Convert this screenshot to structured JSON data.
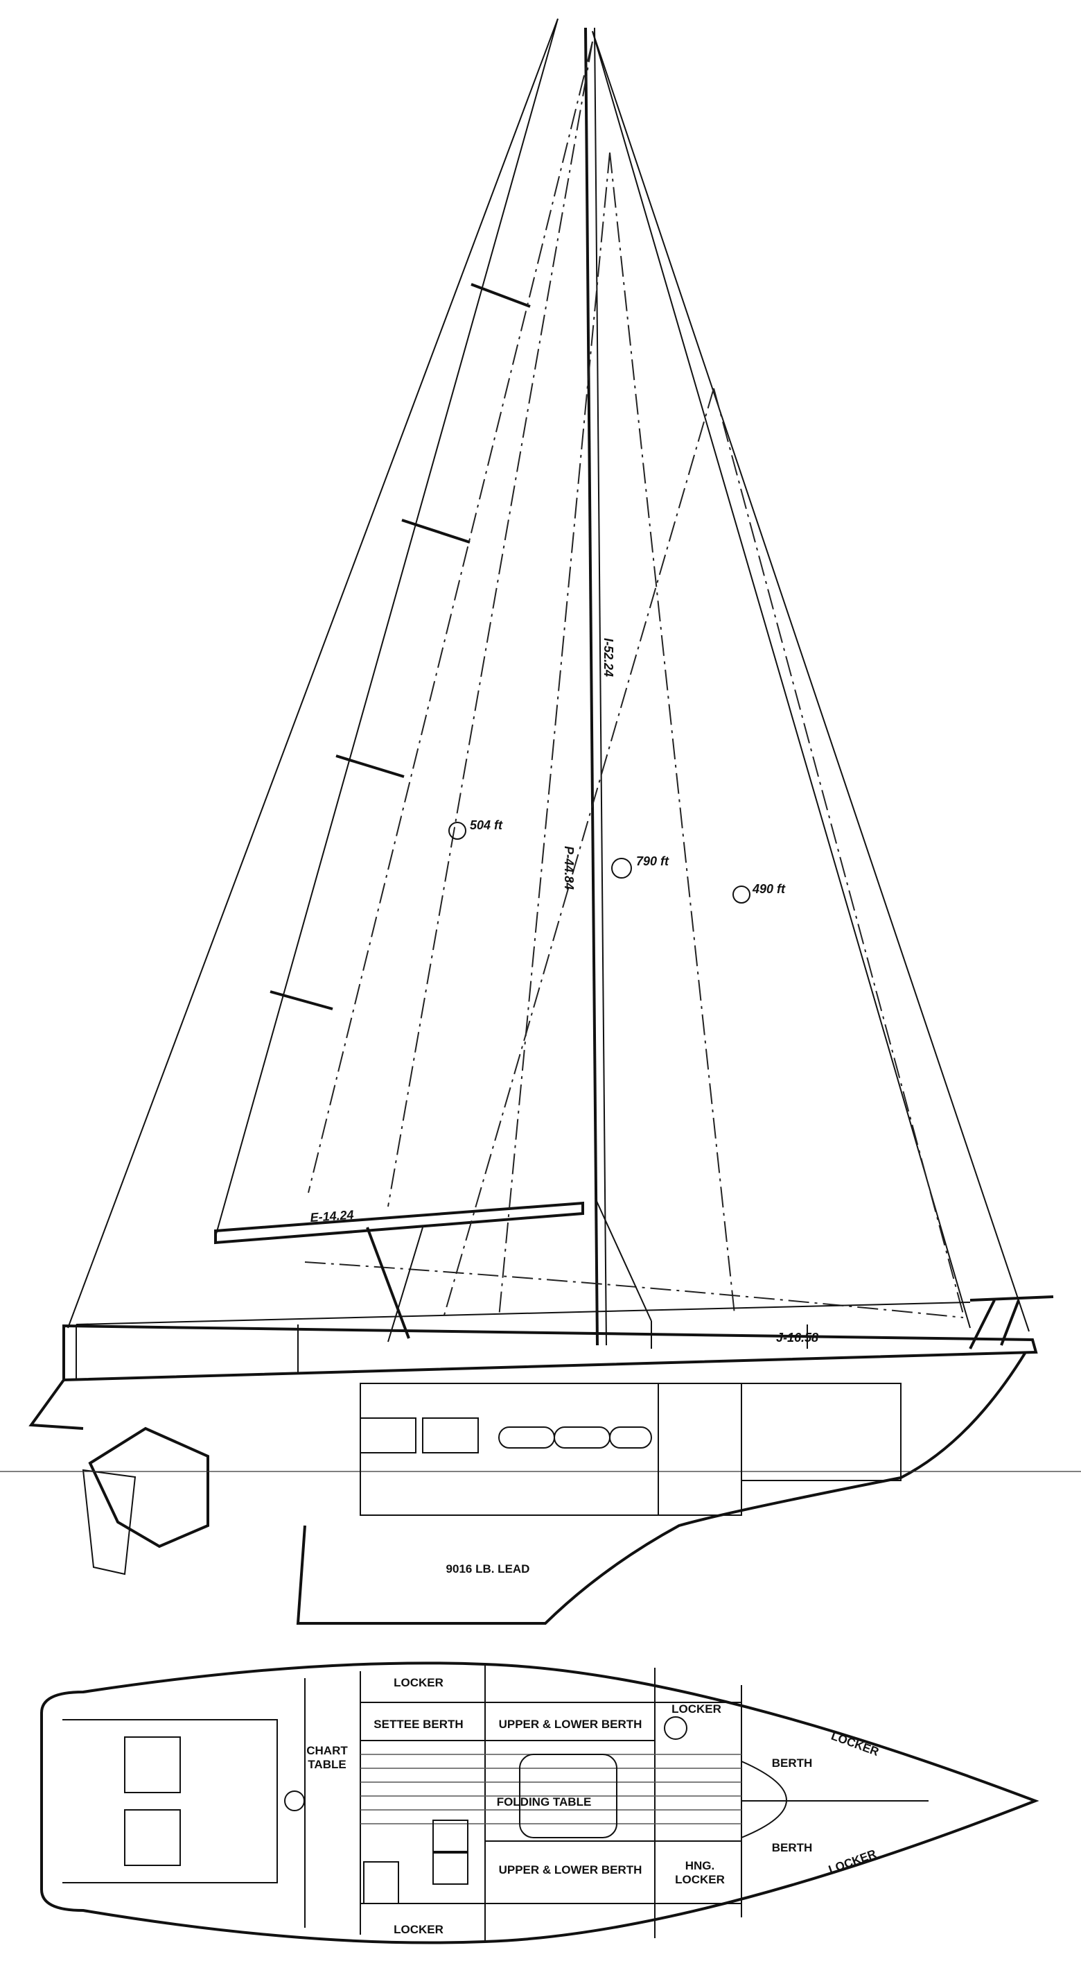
{
  "profile": {
    "dimensions": {
      "p": "P-44.84",
      "i": "I-52.24",
      "e": "E-14.24",
      "j": "J-16.58"
    },
    "sail_areas": {
      "main": "504 ft",
      "genoa": "790 ft",
      "jib": "490 ft"
    },
    "ballast_label": "9016 LB. LEAD"
  },
  "plan": {
    "labels": {
      "locker_top": "LOCKER",
      "settee_berth": "SETTEE BERTH",
      "upper_lower_berth_top": "UPPER & LOWER BERTH",
      "locker_fwd_top": "LOCKER",
      "chart_table_1": "CHART",
      "chart_table_2": "TABLE",
      "folding_table": "FOLDING TABLE",
      "berth_top": "BERTH",
      "locker_bow_top": "LOCKER",
      "upper_lower_berth_bottom": "UPPER & LOWER BERTH",
      "hng_locker_1": "HNG.",
      "hng_locker_2": "LOCKER",
      "berth_bottom": "BERTH",
      "locker_bow_bottom": "LOCKER",
      "locker_bottom": "LOCKER"
    }
  },
  "colors": {
    "ink": "#111111",
    "paper": "#ffffff"
  }
}
